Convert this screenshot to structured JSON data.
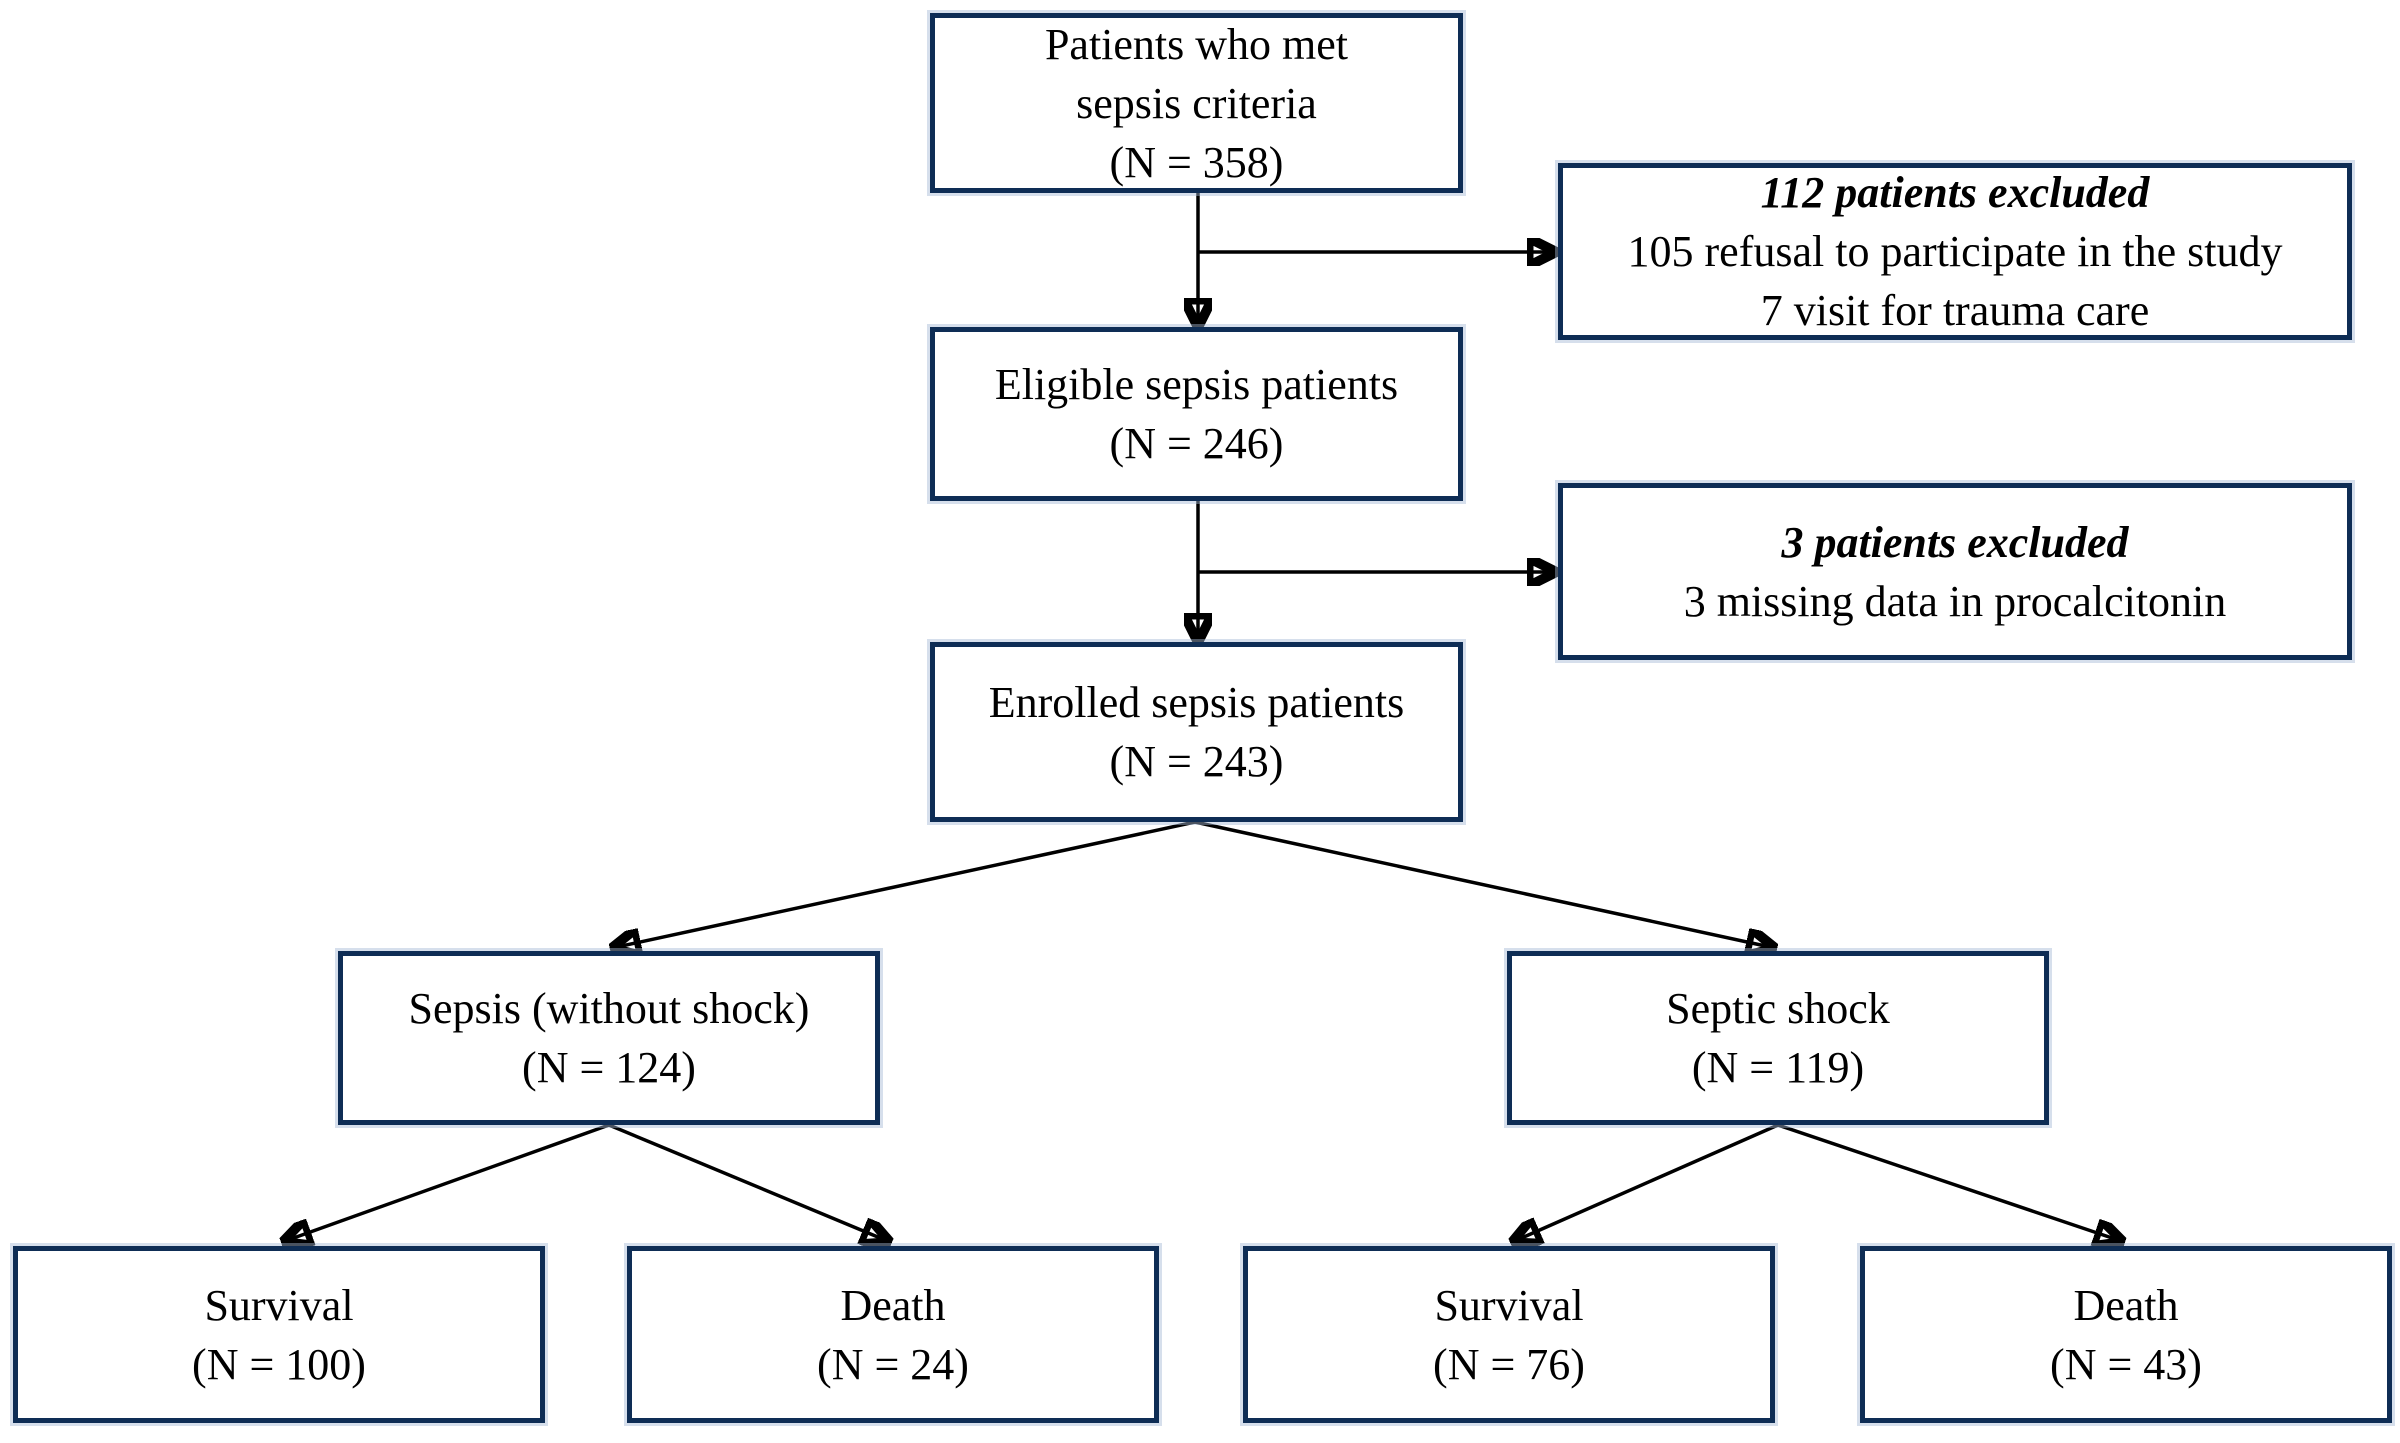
{
  "colors": {
    "box_border": "#0e2d55",
    "arrow": "#000000",
    "background": "#ffffff"
  },
  "flowchart": {
    "patients_met": {
      "line1": "Patients who met",
      "line2": "sepsis criteria",
      "line3": "(N = 358)"
    },
    "excluded_1": {
      "title": "112 patients excluded",
      "reason1": "105 refusal to participate in the study",
      "reason2": "7 visit for trauma care"
    },
    "eligible": {
      "line1": "Eligible sepsis patients",
      "line2": "(N = 246)"
    },
    "excluded_2": {
      "title": "3 patients excluded",
      "reason1": "3 missing data in procalcitonin"
    },
    "enrolled": {
      "line1": "Enrolled sepsis patients",
      "line2": "(N = 243)"
    },
    "sepsis": {
      "line1": "Sepsis (without shock)",
      "line2": "(N = 124)"
    },
    "septic_shock": {
      "line1": "Septic shock",
      "line2": "(N = 119)"
    },
    "sepsis_survival": {
      "line1": "Survival",
      "line2": "(N = 100)"
    },
    "sepsis_death": {
      "line1": "Death",
      "line2": "(N = 24)"
    },
    "shock_survival": {
      "line1": "Survival",
      "line2": "(N = 76)"
    },
    "shock_death": {
      "line1": "Death",
      "line2": "(N = 43)"
    }
  }
}
